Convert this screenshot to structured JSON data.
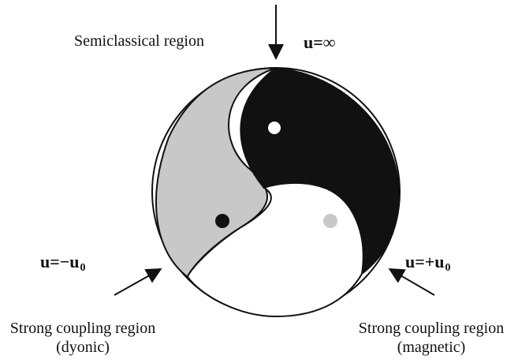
{
  "labels": {
    "semiclassical_region": "Semiclassical region",
    "u_infinity": "u=∞",
    "left_coupling_symbol": "u=−u",
    "left_coupling_subscript": "0",
    "right_coupling_symbol": "u=+u",
    "right_coupling_subscript": "0",
    "strong_coupling_region_dyonic": "Strong coupling region",
    "dyonic": "(dyonic)",
    "strong_coupling_region_magnetic": "Strong coupling region",
    "magnetic": "(magnetic)"
  },
  "colors": {
    "black": "#111111",
    "gray": "#c8c8c8",
    "white": "#ffffff"
  }
}
